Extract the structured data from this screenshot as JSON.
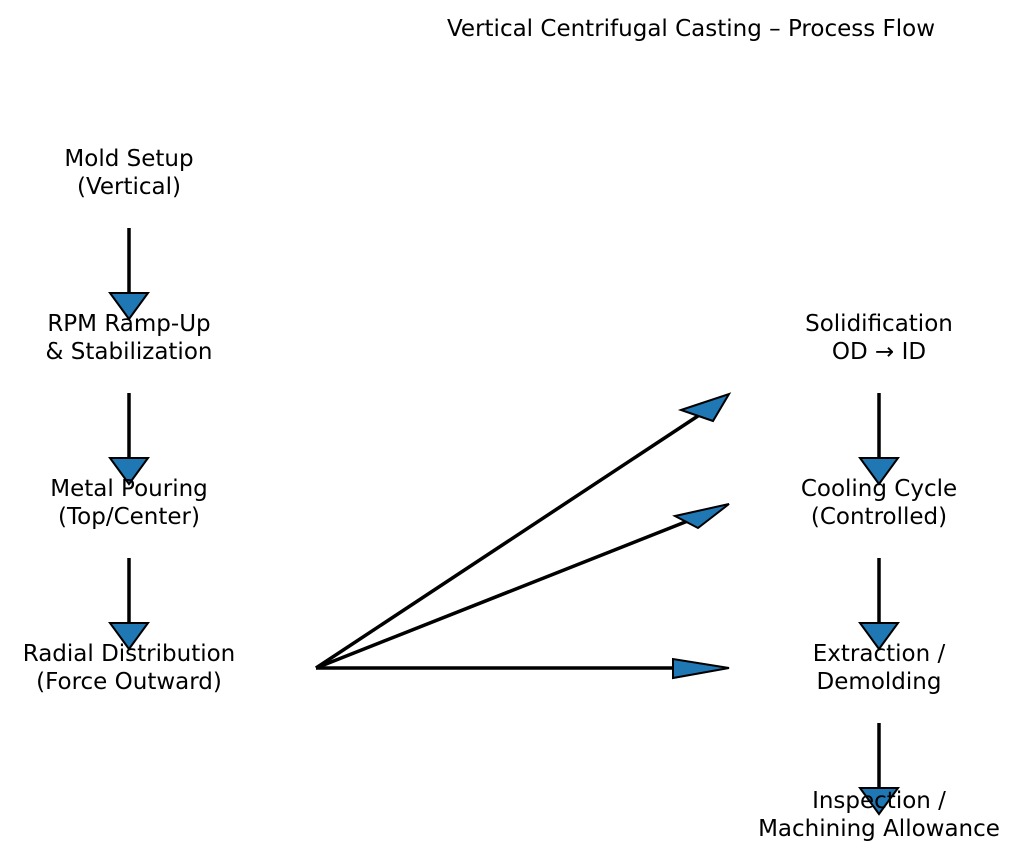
{
  "title": "Vertical Centrifugal Casting – Process Flow",
  "colors": {
    "arrowhead": "#1f77b4",
    "line": "#000000",
    "text": "#000000",
    "background": "#ffffff"
  },
  "nodes": {
    "mold_setup": {
      "line1": "Mold Setup",
      "line2": "(Vertical)"
    },
    "rpm_rampup": {
      "line1": "RPM Ramp-Up",
      "line2": "& Stabilization"
    },
    "metal_pouring": {
      "line1": "Metal Pouring",
      "line2": "(Top/Center)"
    },
    "radial_distribution": {
      "line1": "Radial Distribution",
      "line2": "(Force Outward)"
    },
    "solidification": {
      "line1": "Solidification",
      "line2": "OD → ID"
    },
    "cooling_cycle": {
      "line1": "Cooling Cycle",
      "line2": "(Controlled)"
    },
    "extraction": {
      "line1": "Extraction /",
      "line2": "Demolding"
    },
    "inspection": {
      "line1": "Inspection /",
      "line2": "Machining Allowance"
    }
  },
  "edges": [
    {
      "from": "mold_setup",
      "to": "rpm_rampup"
    },
    {
      "from": "rpm_rampup",
      "to": "metal_pouring"
    },
    {
      "from": "metal_pouring",
      "to": "radial_distribution"
    },
    {
      "from": "radial_distribution",
      "to": "solidification"
    },
    {
      "from": "radial_distribution",
      "to": "cooling_cycle"
    },
    {
      "from": "radial_distribution",
      "to": "extraction"
    },
    {
      "from": "solidification",
      "to": "cooling_cycle"
    },
    {
      "from": "cooling_cycle",
      "to": "extraction"
    },
    {
      "from": "extraction",
      "to": "inspection"
    }
  ]
}
